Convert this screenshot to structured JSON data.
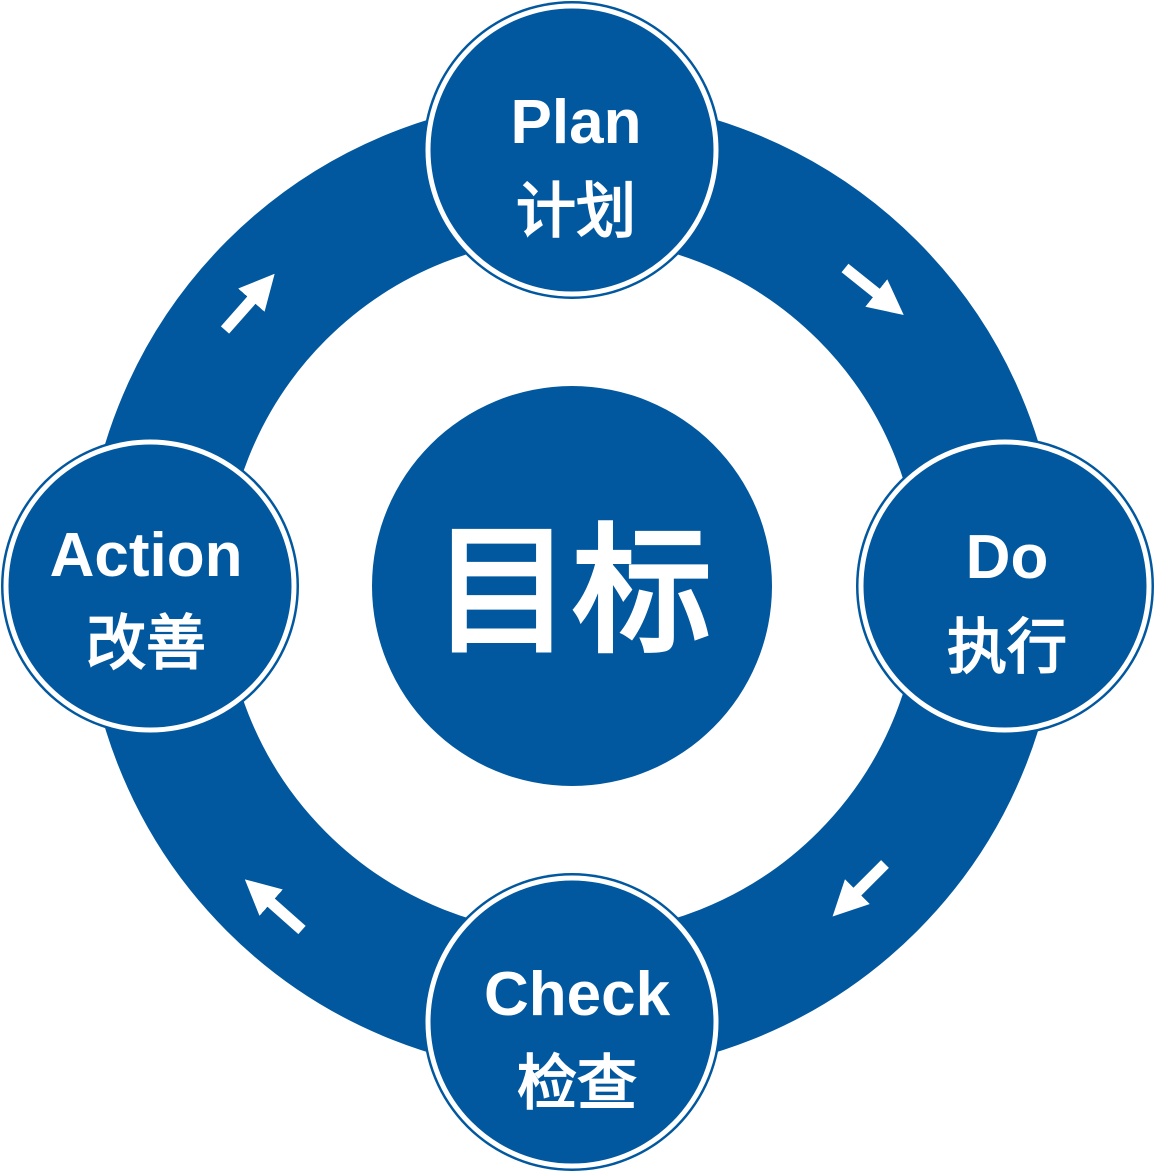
{
  "colors": {
    "primary": "#01589F",
    "background": "#FFFFFF",
    "text": "#FFFFFF"
  },
  "center": {
    "label": "目标"
  },
  "stages": [
    {
      "en": "Plan",
      "zh": "计划"
    },
    {
      "en": "Do",
      "zh": "执行"
    },
    {
      "en": "Check",
      "zh": "检查"
    },
    {
      "en": "Action",
      "zh": "改善"
    }
  ],
  "arrows": [
    "arrow-right-down-icon",
    "arrow-left-down-icon",
    "arrow-left-up-icon",
    "arrow-right-up-icon"
  ]
}
